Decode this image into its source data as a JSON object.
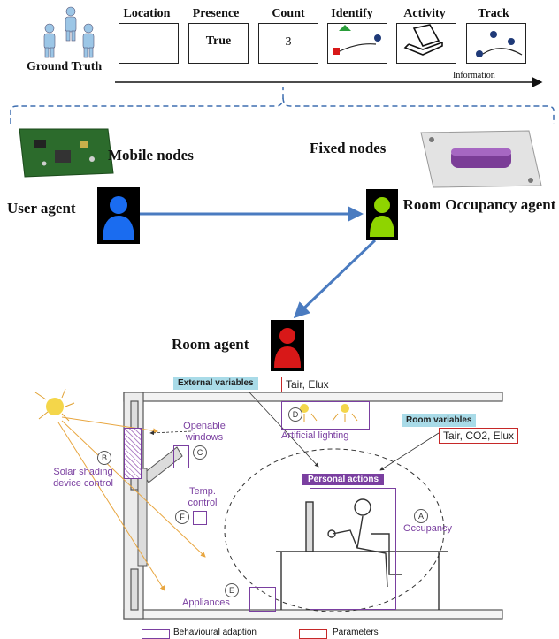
{
  "ground_truth": {
    "label": "Ground Truth"
  },
  "info_types": [
    {
      "title": "Location",
      "content": ""
    },
    {
      "title": "Presence",
      "content": "True"
    },
    {
      "title": "Count",
      "content": "3"
    },
    {
      "title": "Identify",
      "content": ""
    },
    {
      "title": "Activity",
      "content": ""
    },
    {
      "title": "Track",
      "content": ""
    }
  ],
  "info_axis_label": "Information",
  "nodes": {
    "mobile": "Mobile nodes",
    "fixed": "Fixed nodes"
  },
  "agents": {
    "user": "User agent",
    "room_occupancy": "Room Occupancy agent",
    "room": "Room agent"
  },
  "agent_colors": {
    "user": "#1a6cf0",
    "room_occupancy": "#8fd400",
    "room": "#d81818"
  },
  "room": {
    "external_variables": "External variables",
    "external_params": "Tair, Elux",
    "room_variables": "Room variables",
    "room_params": "Tair, CO2, Elux",
    "personal_actions": "Personal actions",
    "openable_windows": "Openable windows",
    "solar_shading": "Solar shading device control",
    "temp_control": "Temp. control",
    "artificial_lighting": "Artificial lighting",
    "occupancy": "Occupancy",
    "appliances": "Appliances",
    "marks": {
      "a": "A",
      "b": "B",
      "c": "C",
      "d": "D",
      "e": "E",
      "f": "F"
    }
  },
  "legend": {
    "behavioural": "Behavioural adaption",
    "parameters": "Parameters"
  }
}
